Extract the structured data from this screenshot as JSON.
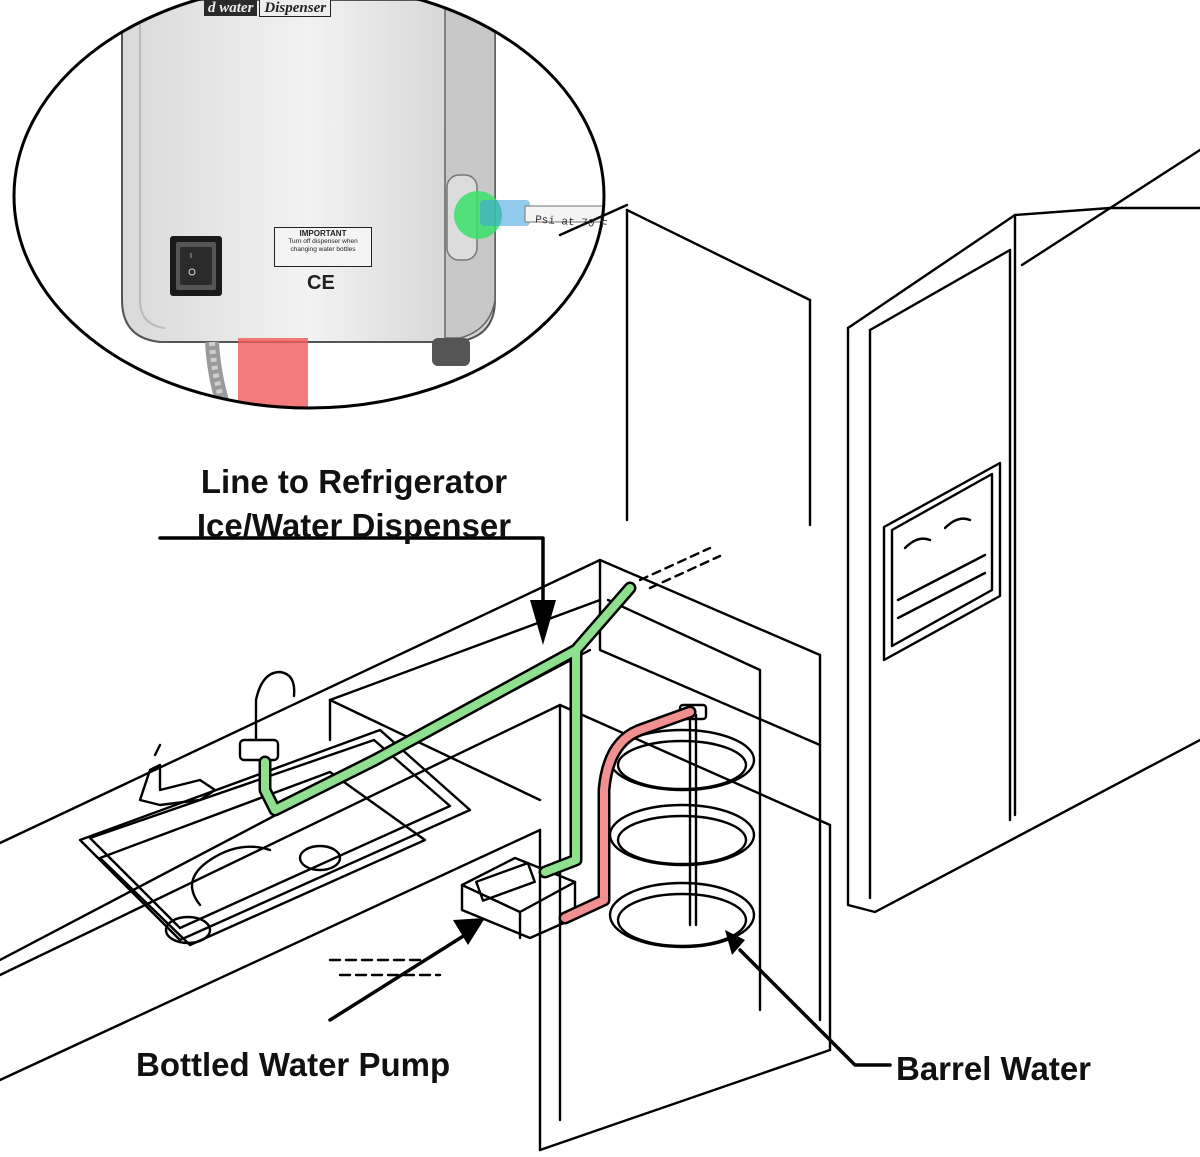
{
  "labels": {
    "refrigerator_line1": "Line to Refrigerator",
    "refrigerator_line2": "Ice/Water Dispenser",
    "pump": "Bottled Water Pump",
    "barrel": "Barrel Water"
  },
  "inset": {
    "device_title_left": "d water",
    "device_title_right": "Dispenser",
    "warning_title": "IMPORTANT",
    "warning_body_1": "Turn off dispenser when",
    "warning_body_2": "changing water bottles",
    "certification": "CE",
    "tube_marking": "Psi at 70 F"
  },
  "colors": {
    "output_line": "#8ee08e",
    "input_line": "#f09090",
    "highlight_green": "#39e06a",
    "highlight_red": "#f05a5a",
    "ink": "#111111"
  }
}
